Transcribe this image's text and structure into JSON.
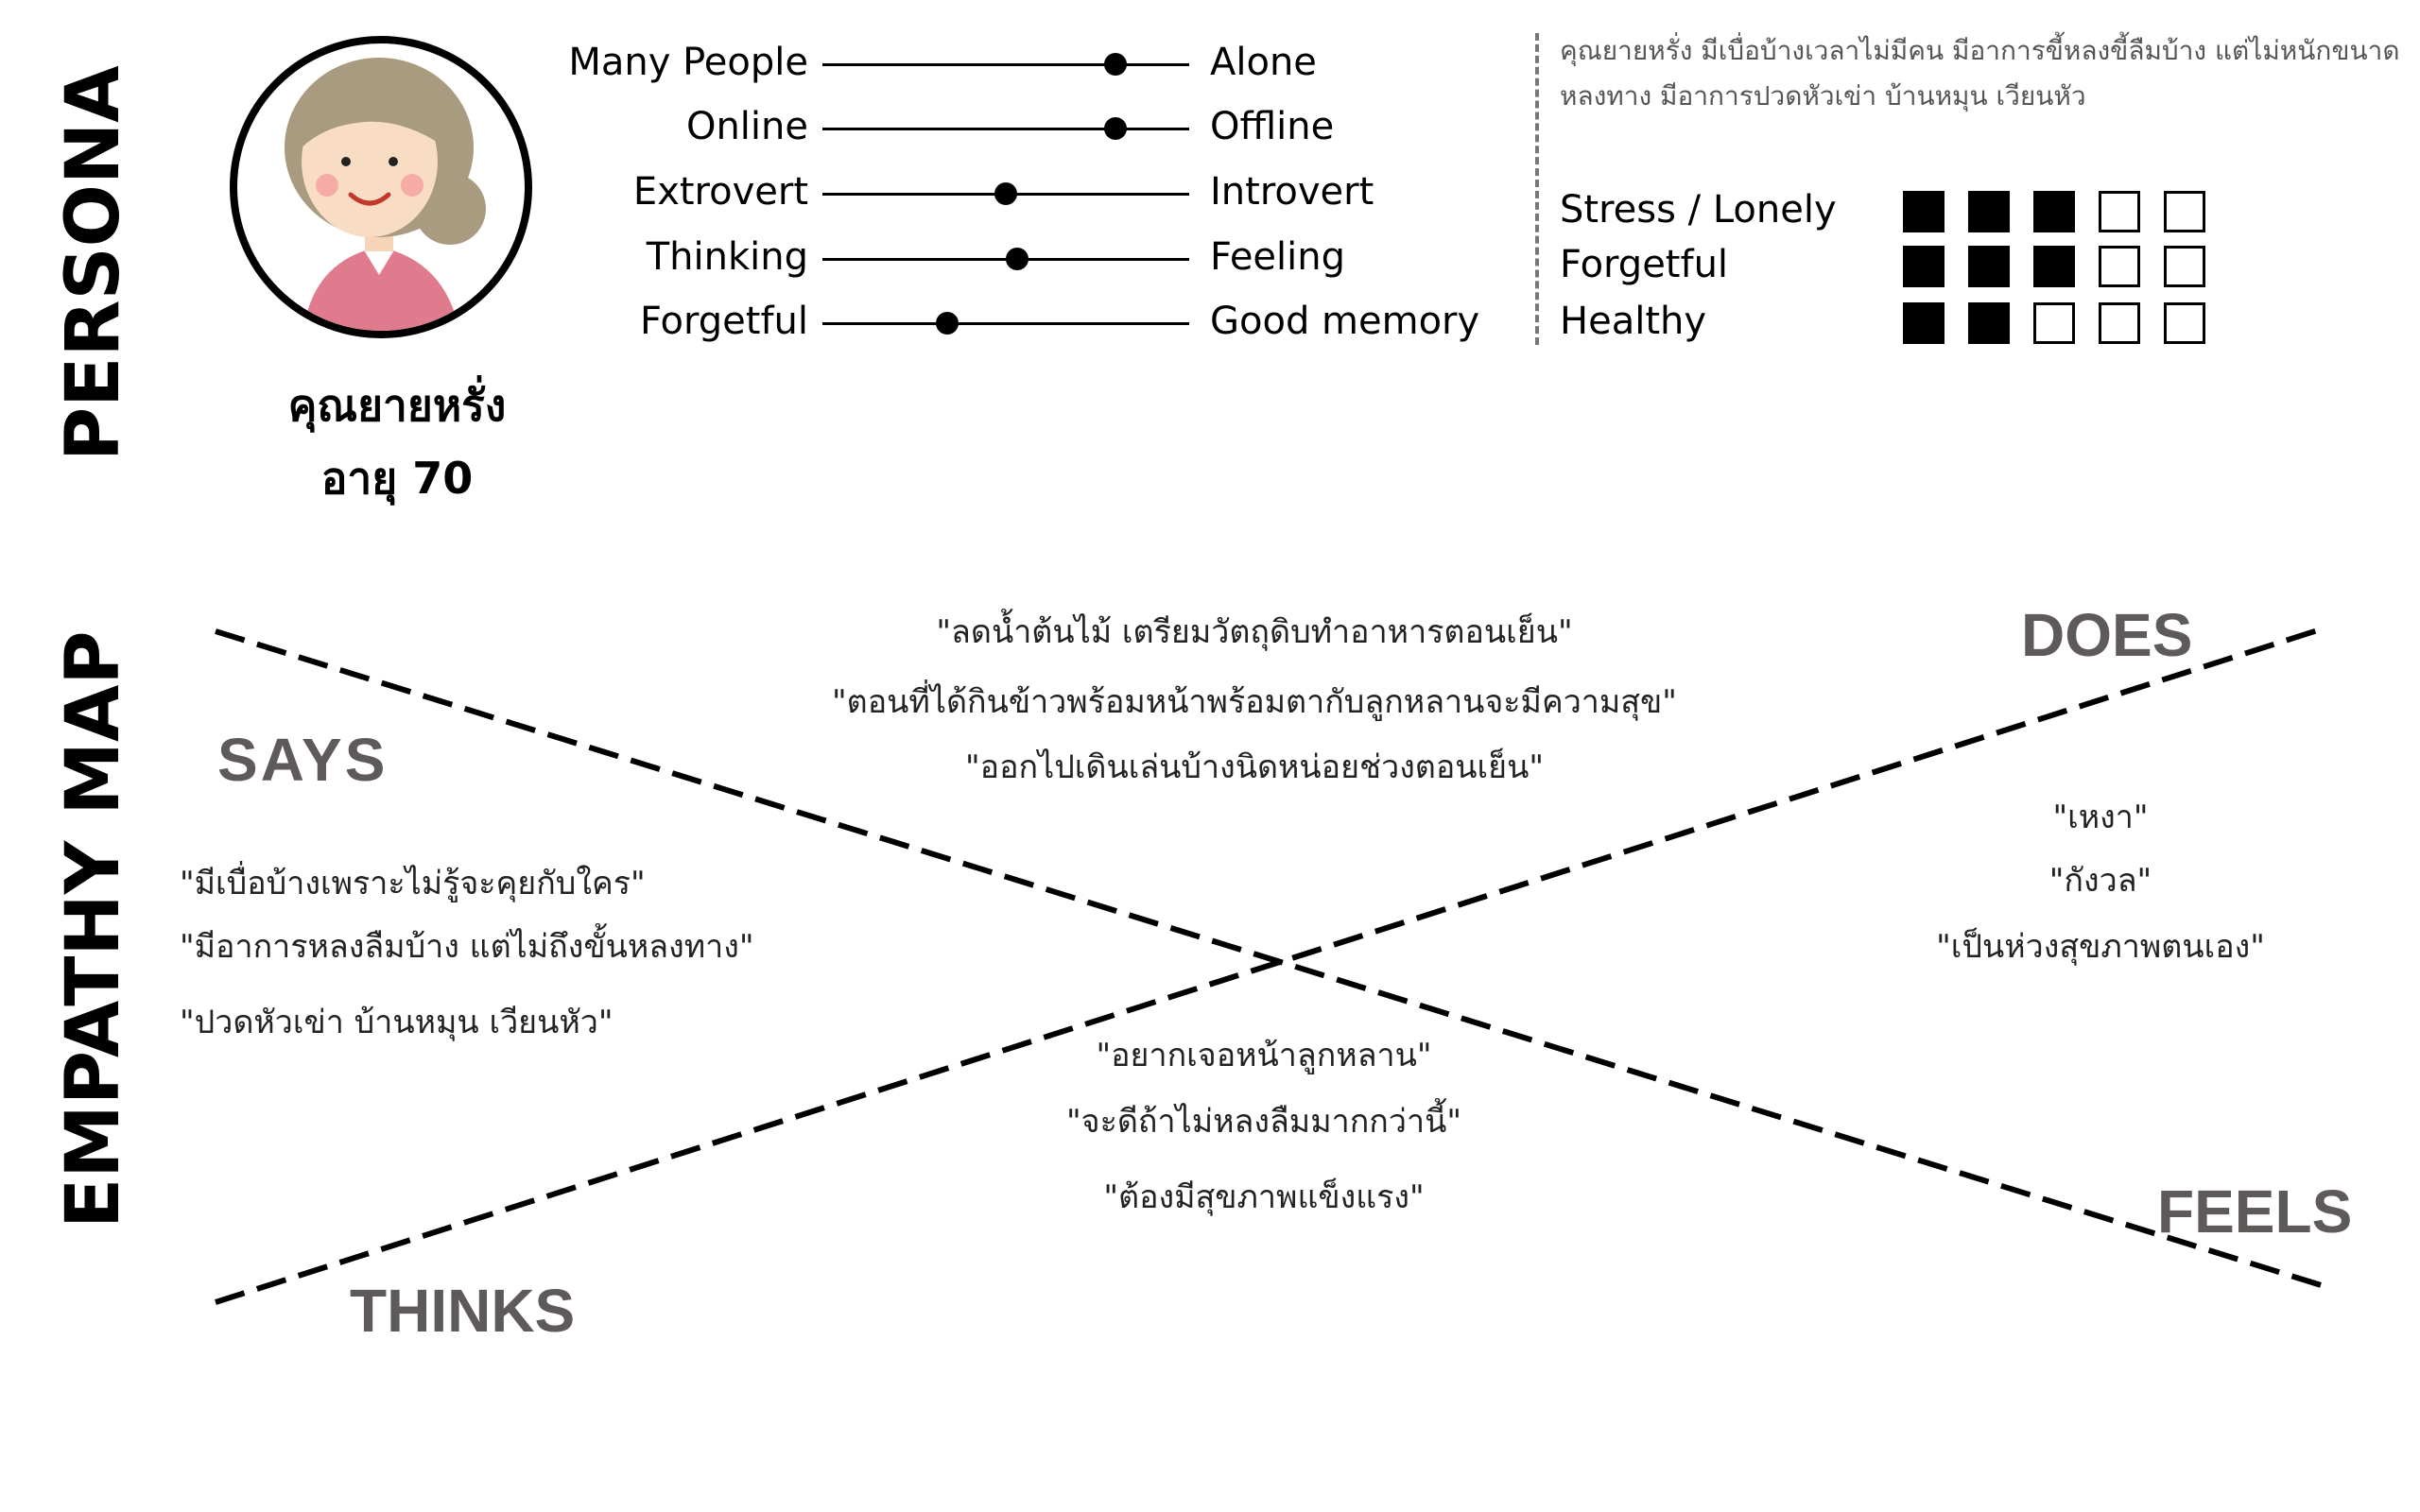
{
  "labels": {
    "persona": "PERSONA",
    "empathy_map": "EMPATHY MAP"
  },
  "persona": {
    "name": "คุณยายหรั่ง",
    "age": "อายุ 70",
    "description": "คุณยายหรั่ง มีเบื่อบ้างเวลาไม่มีคน มีอาการขี้หลงขี้ลืมบ้าง แต่ไม่หนักขนาดหลงทาง มีอาการปวดหัวเข่า บ้านหมุน เวียนหัว",
    "sliders": [
      {
        "left": "Many People",
        "right": "Alone",
        "value": 0.8
      },
      {
        "left": "Online",
        "right": "Offline",
        "value": 0.8
      },
      {
        "left": "Extrovert",
        "right": "Introvert",
        "value": 0.5
      },
      {
        "left": "Thinking",
        "right": "Feeling",
        "value": 0.53
      },
      {
        "left": "Forgetful",
        "right": "Good memory",
        "value": 0.34
      }
    ],
    "ratings": [
      {
        "label": "Stress / Lonely",
        "filled": 3,
        "total": 5
      },
      {
        "label": "Forgetful",
        "filled": 3,
        "total": 5
      },
      {
        "label": "Healthy",
        "filled": 2,
        "total": 5
      }
    ]
  },
  "empathy": {
    "says": {
      "title": "SAYS",
      "items": [
        "\"มีเบื่อบ้างเพราะไม่รู้จะคุยกับใคร\"",
        "\"มีอาการหลงลืมบ้าง แต่ไม่ถึงขั้นหลงทาง\"",
        "\"ปวดหัวเข่า บ้านหมุน เวียนหัว\""
      ]
    },
    "does": {
      "title": "DOES",
      "items": [
        "\"ลดน้ำต้นไม้ เตรียมวัตถุดิบทำอาหารตอนเย็น\"",
        "\"ตอนที่ได้กินข้าวพร้อมหน้าพร้อมตากับลูกหลานจะมีความสุข\"",
        "\"ออกไปเดินเล่นบ้างนิดหน่อยช่วงตอนเย็น\""
      ]
    },
    "feels": {
      "title": "FEELS",
      "items": [
        "\"เหงา\"",
        "\"กังวล\"",
        "\"เป็นห่วงสุขภาพตนเอง\""
      ]
    },
    "thinks": {
      "title": "THINKS",
      "items": [
        "\"อยากเจอหน้าลูกหลาน\"",
        "\"จะดีถ้าไม่หลงลืมมากกว่านี้\"",
        "\"ต้องมีสุขภาพแข็งแรง\""
      ]
    }
  },
  "colors": {
    "quadrant_title": "#5e5a5a",
    "description_text": "#555555",
    "avatar_sweater": "#e07b8e",
    "avatar_hair": "#a99b7f"
  }
}
